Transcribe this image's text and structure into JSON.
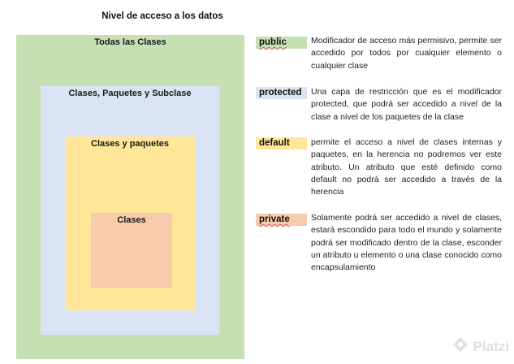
{
  "title": "Nivel de acceso a los datos",
  "diagram": {
    "outer_label": "Todas las Clases",
    "middle_label": "Clases, Paquetes y Subclase",
    "inner_label": "Clases y paquetes",
    "core_label": "Clases",
    "colors": {
      "outer": "#c6e0b4",
      "middle": "#dae3f3",
      "inner": "#ffe699",
      "core": "#f8cbad"
    }
  },
  "modifiers": [
    {
      "name": "public",
      "color": "#c6e0b4",
      "description": "Modificador de acceso más permisivo, permite ser accedido por todos por cualquier elemento o cualquier clase"
    },
    {
      "name": "protected",
      "color": "#dae3f3",
      "description": "Una capa de restricción que es el modificador protected, que podrá ser accedido a nivel de la clase a nivel de los paquetes de la clase"
    },
    {
      "name": "default",
      "color": "#ffe699",
      "description": "permite el acceso a nivel de clases internas y paquetes, en la herencia no podremos ver este atributo. Un atributo que esté definido como default no podrá ser accedido a través de la herencia"
    },
    {
      "name": "private",
      "color": "#f8cbad",
      "description": "Solamente podrá ser accedido a nivel de clases, estará escondido para todo el mundo y solamente podrá ser modificado dentro de la clase, esconder un atributo u elemento o una clase conocido como encapsulamiento"
    }
  ],
  "watermark": {
    "text": "Platzi",
    "icon": "platzi-logo-icon"
  }
}
